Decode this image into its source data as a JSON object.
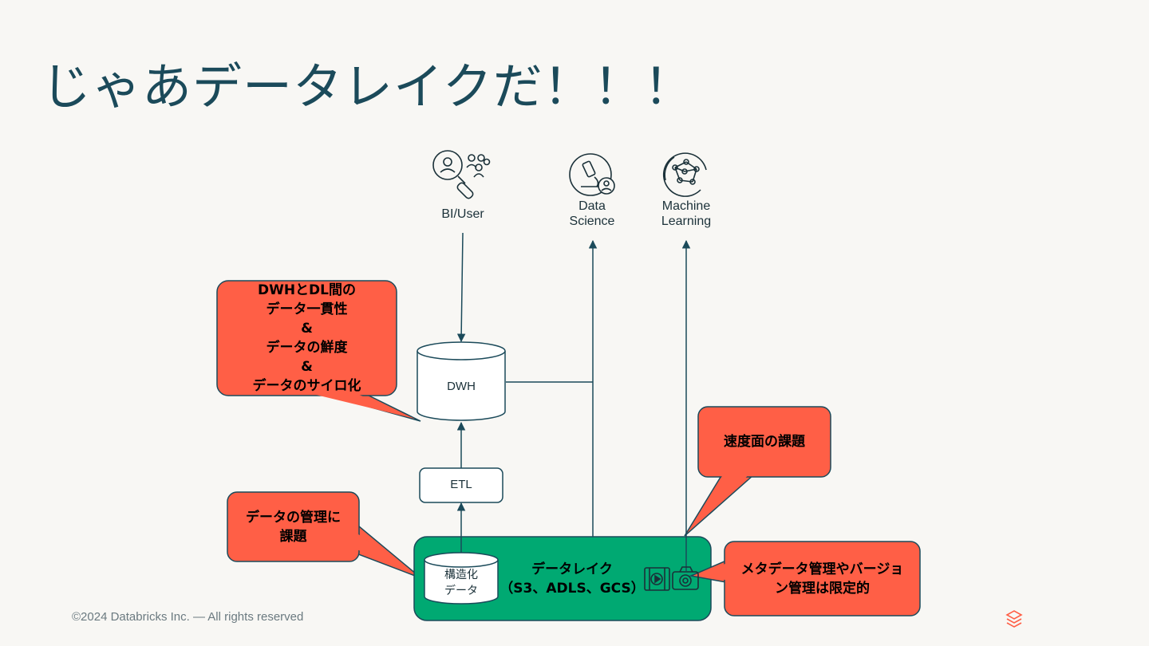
{
  "title": "じゃあデータレイクだ！！！",
  "consumers": {
    "bi_user": "BI/User",
    "data_science_l1": "Data",
    "data_science_l2": "Science",
    "ml_l1": "Machine",
    "ml_l2": "Learning"
  },
  "nodes": {
    "dwh": "DWH",
    "etl": "ETL",
    "structured_l1": "構造化",
    "structured_l2": "データ",
    "lake_l1": "データレイク",
    "lake_l2": "（S3、ADLS、GCS）"
  },
  "callouts": {
    "consistency": [
      "DWHとDL間の",
      "データ一貫性",
      "&",
      "データの鮮度",
      "&",
      "データのサイロ化"
    ],
    "management": [
      "データの管理に",
      "課題"
    ],
    "speed": [
      "速度面の課題"
    ],
    "metadata": [
      "メタデータ管理やバージョ",
      "ン管理は限定的"
    ]
  },
  "footer": "©2024 Databricks Inc. — All rights reserved",
  "colors": {
    "title": "#1b4a5a",
    "callout": "#ff5f46",
    "lake": "#00a972",
    "line": "#1b4a5a",
    "background": "#f8f7f4"
  },
  "icons": [
    "bi-user-icon",
    "data-science-icon",
    "machine-learning-icon",
    "video-icon",
    "camera-icon",
    "databricks-logo-icon"
  ]
}
